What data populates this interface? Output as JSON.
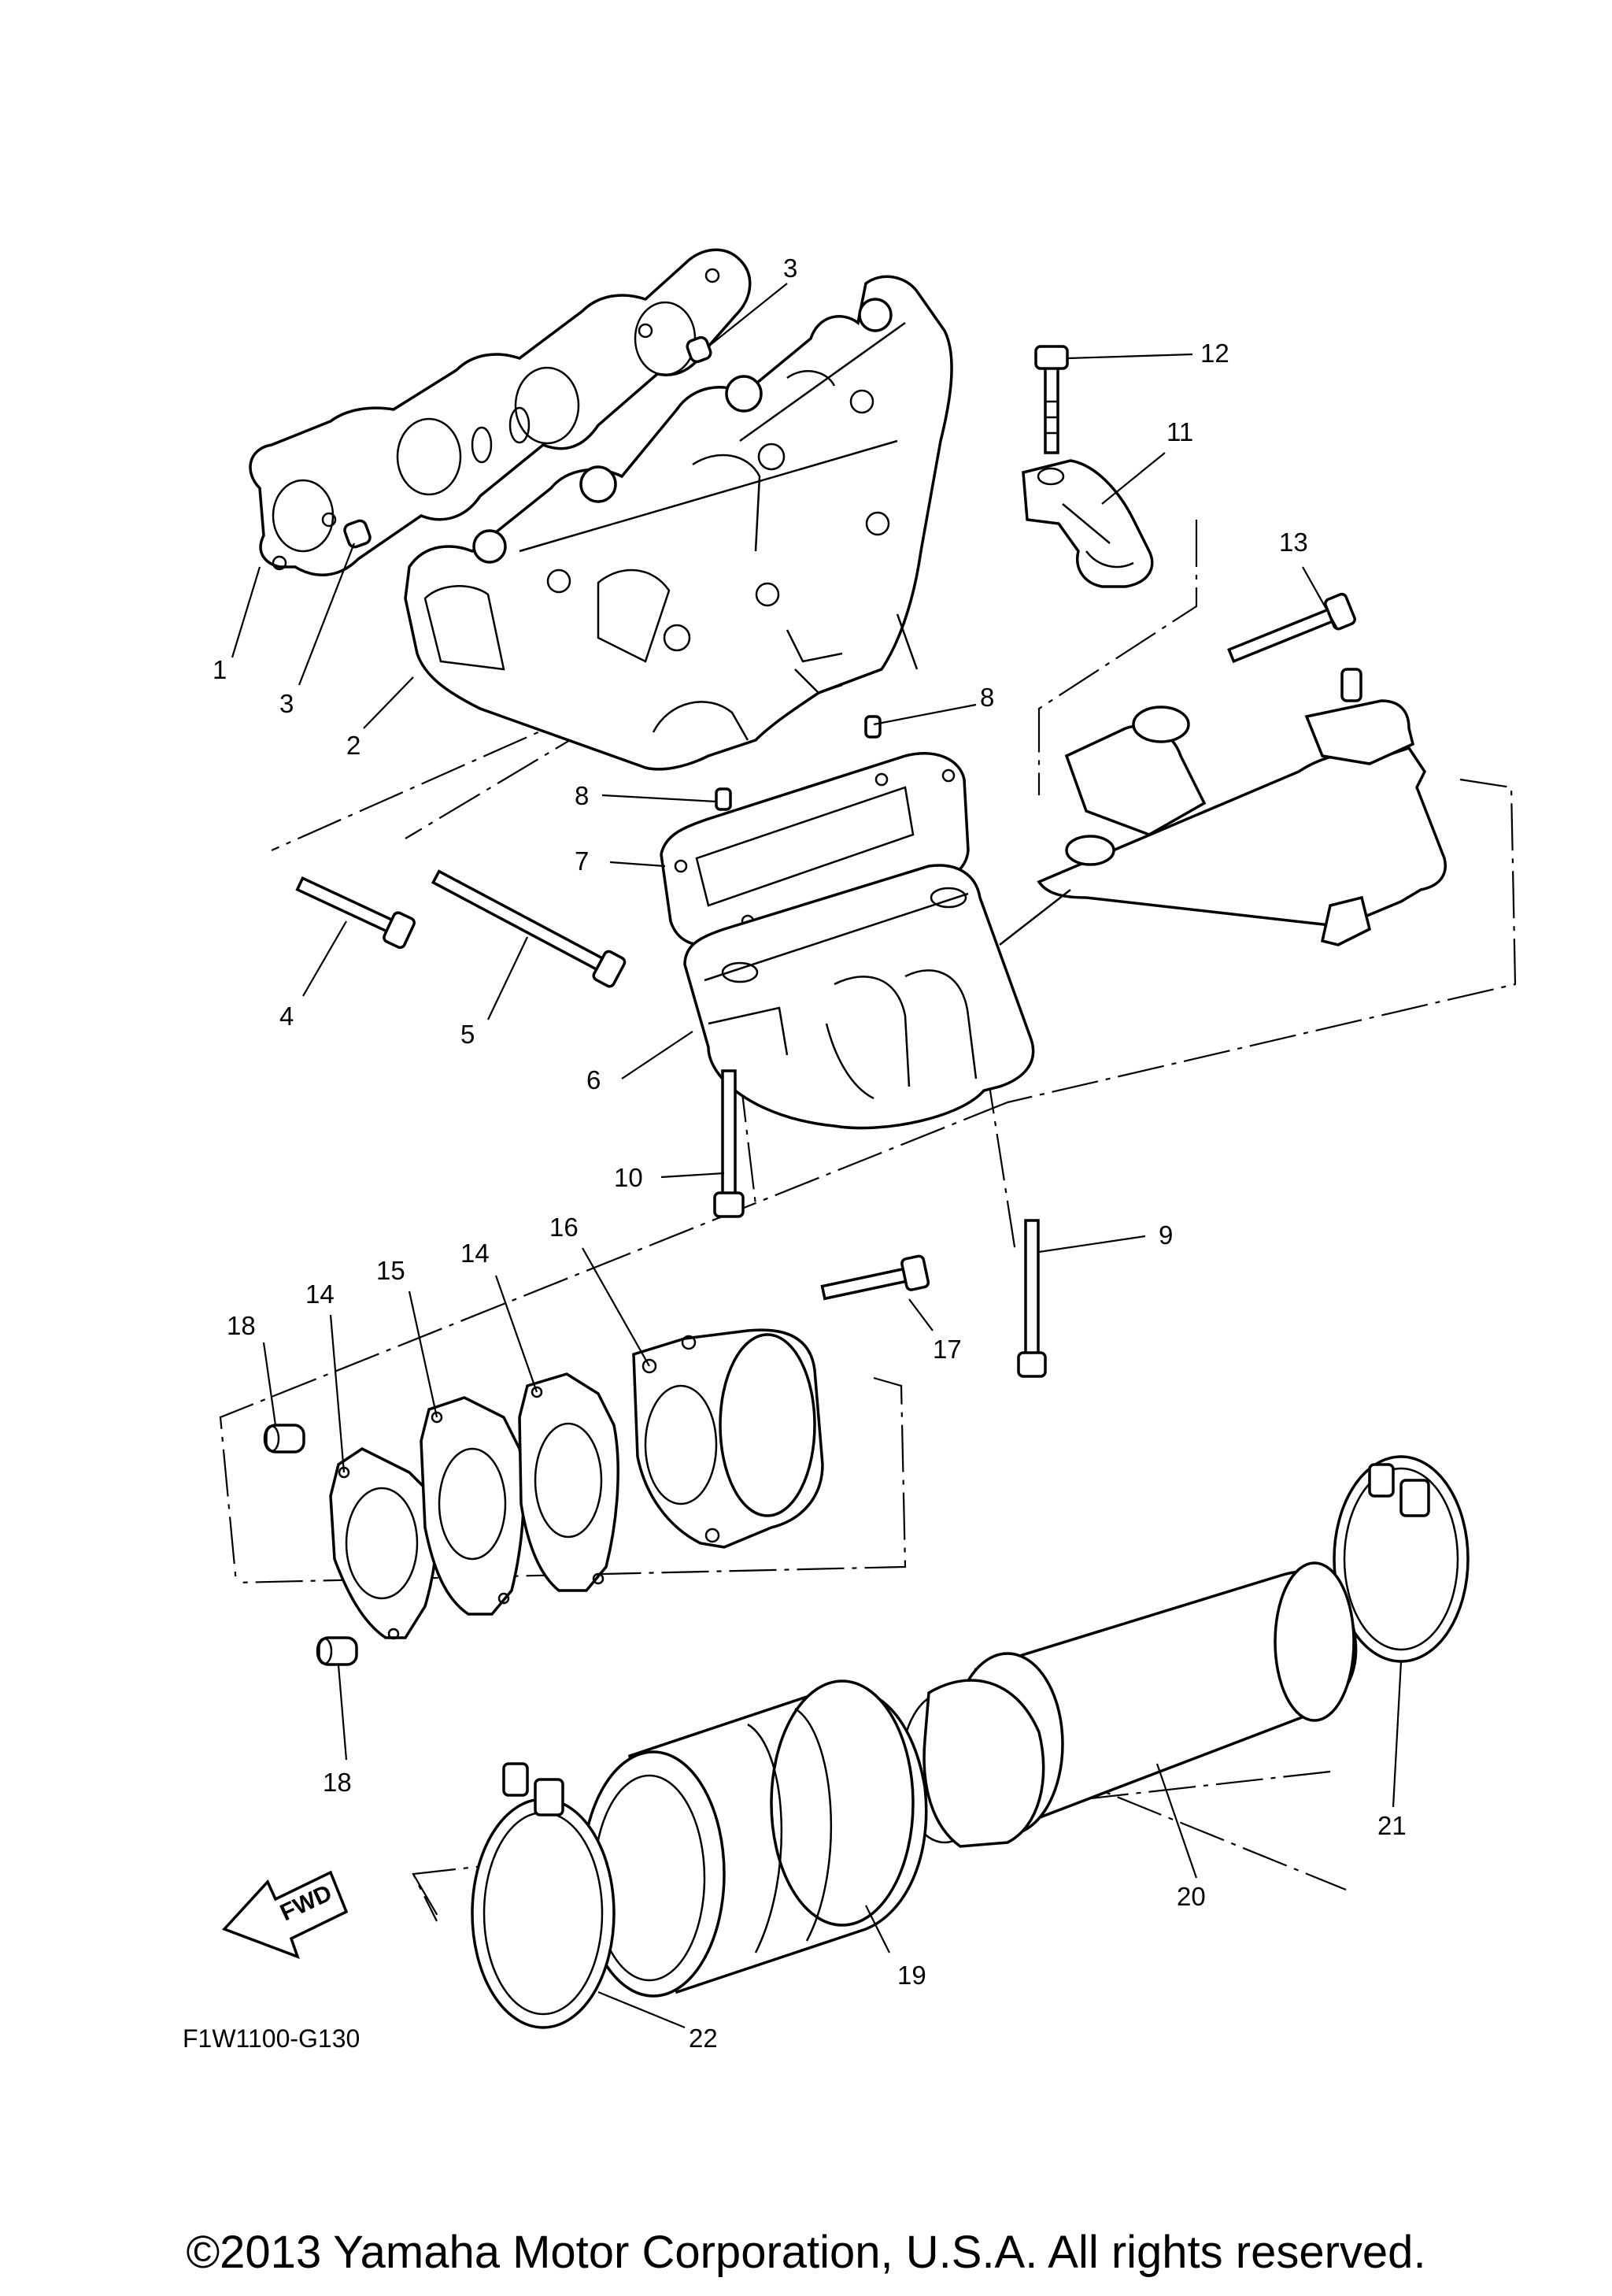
{
  "figure_code": "F1W1100-G130",
  "copyright": "©2013 Yamaha Motor Corporation, U.S.A. All rights reserved.",
  "fwd_label": "FWD",
  "callouts": {
    "c1": "1",
    "c2": "2",
    "c3a": "3",
    "c3b": "3",
    "c4": "4",
    "c5": "5",
    "c6": "6",
    "c7": "7",
    "c8a": "8",
    "c8b": "8",
    "c9": "9",
    "c10": "10",
    "c11": "11",
    "c12": "12",
    "c13": "13",
    "c14a": "14",
    "c14b": "14",
    "c15": "15",
    "c16": "16",
    "c17": "17",
    "c18a": "18",
    "c18b": "18",
    "c19": "19",
    "c20": "20",
    "c21": "21",
    "c22": "22"
  }
}
